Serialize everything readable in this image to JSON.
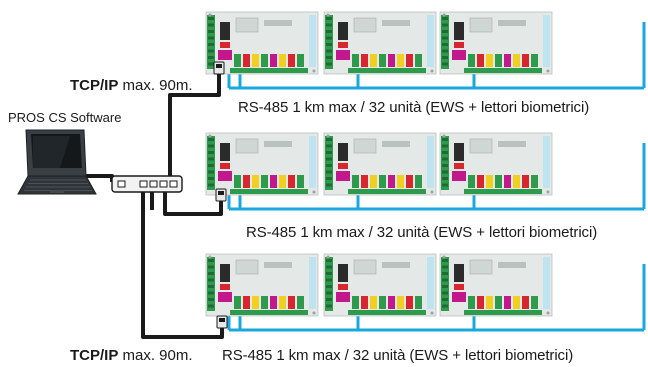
{
  "diagram": {
    "software_label": "PROS CS Software",
    "tcp_top": {
      "protocol": "TCP/IP",
      "distance": " max. 90m."
    },
    "tcp_bottom": {
      "protocol": "TCP/IP",
      "distance": " max. 90m."
    },
    "rs485_rows": [
      {
        "bus": "RS-485",
        "text": "1 km max / 32 unità (EWS + lettori biometrici)"
      },
      {
        "bus": "RS-485",
        "text": "1 km max / 32 unità (EWS + lettori biometrici)"
      },
      {
        "bus": "RS-485",
        "text": "1 km max / 32 unità (EWS + lettori biometrici)"
      }
    ]
  },
  "colors": {
    "cable": "#1a1a1a",
    "bus": "#18a8de",
    "board": "#e4e8e6",
    "terminal_green": "#2e9a4c",
    "terminal_red": "#d7262e",
    "terminal_yellow": "#f0cf1e",
    "terminal_magenta": "#c2188c",
    "laptop": "#3a3f44",
    "switch_body": "#f2f2f2"
  },
  "icons": [
    "laptop-icon",
    "network-switch-icon",
    "rj45-connector-icon",
    "controller-board-icon"
  ]
}
